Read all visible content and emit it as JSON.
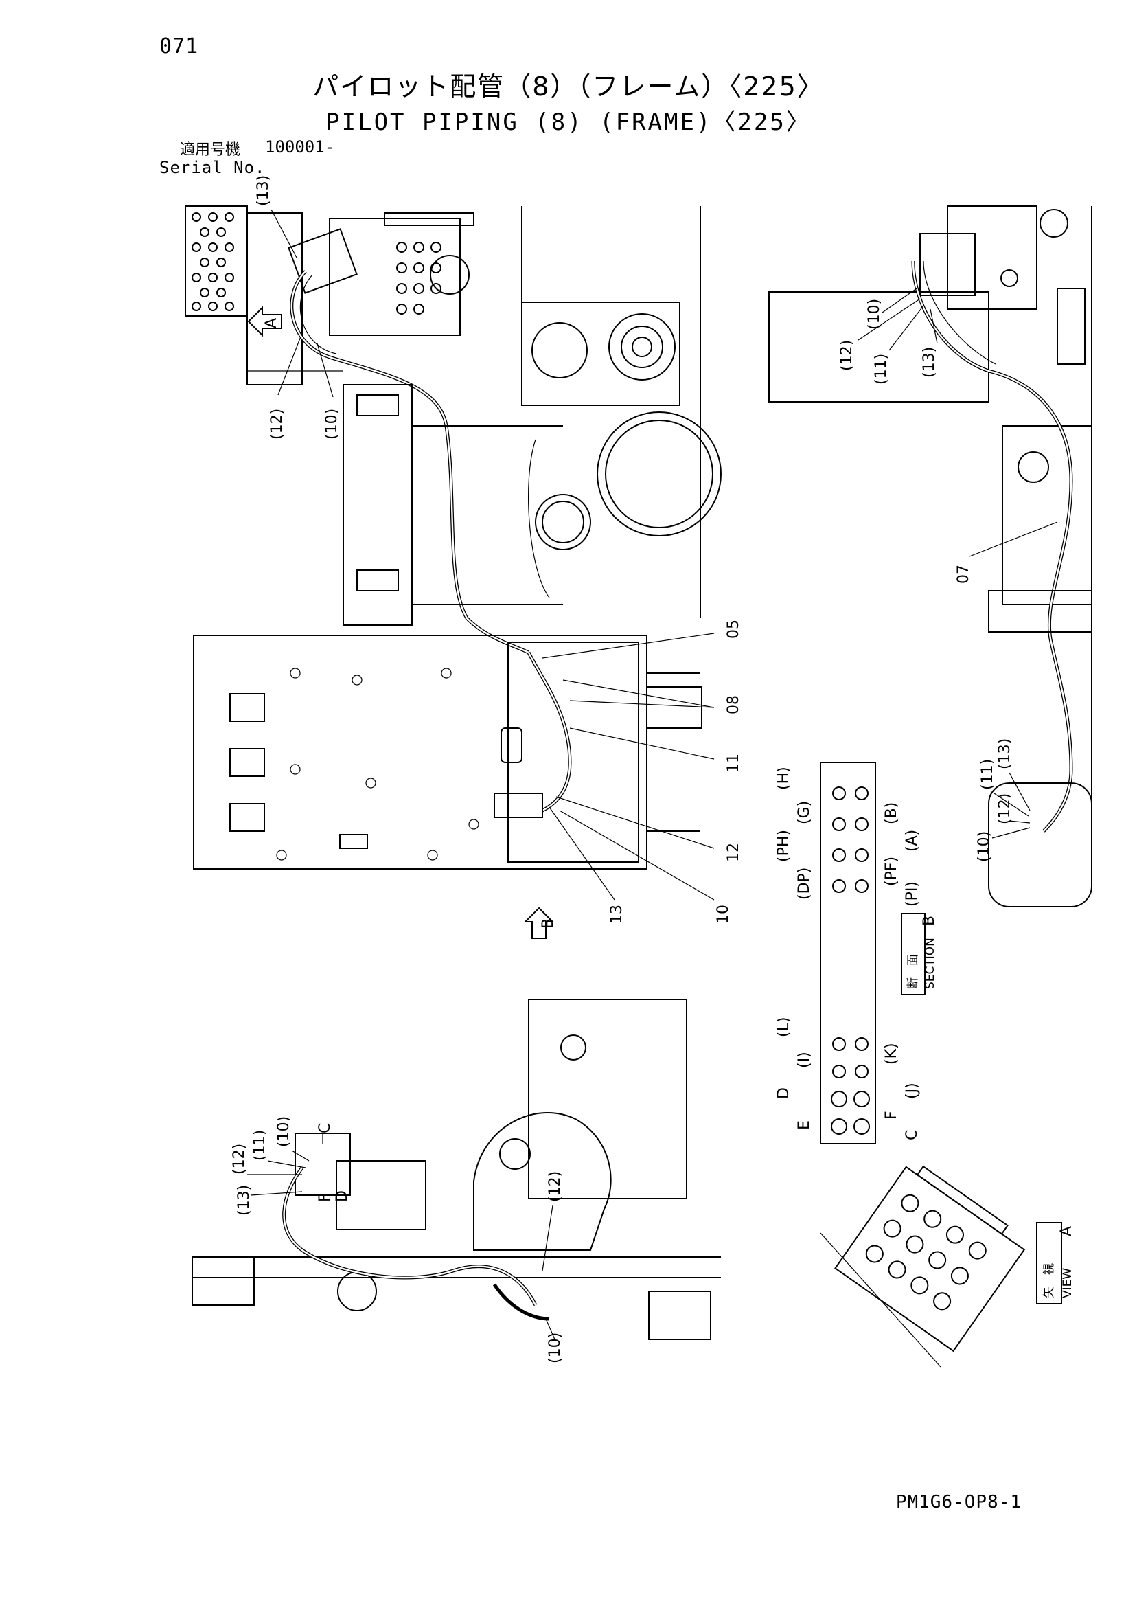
{
  "header": {
    "page_number": "071",
    "title_jp": "パイロット配管（8）（フレーム）〈225〉",
    "title_en": "PILOT PIPING (8) (FRAME)〈225〉",
    "serial_label_jp": "適用号機",
    "serial_value": "100001-",
    "serial_label_en": "Serial No."
  },
  "callouts": {
    "topleft": [
      "(13)",
      "(12)",
      "(10)"
    ],
    "topright": [
      "(10)",
      "(12)",
      "(11)",
      "(13)",
      "07"
    ],
    "middle": [
      "05",
      "08",
      "11",
      "12",
      "13",
      "10"
    ],
    "right_low": [
      "(13)",
      "(11)",
      "(12)",
      "(10)"
    ],
    "bottomleft": [
      "(10)",
      "(11)",
      "(12)",
      "(13)",
      "C",
      "F",
      "D",
      "(12)",
      "(10)"
    ]
  },
  "view_markers": {
    "a": "A",
    "b": "B"
  },
  "section_b": {
    "title_jp": "断　面",
    "title_en": "SECTION",
    "letter": "B",
    "ports_upper": [
      "(H)",
      "(G)",
      "(PH)",
      "(DP)",
      "(B)",
      "(A)",
      "(PF)",
      "(PI)"
    ],
    "ports_lower": [
      "(L)",
      "(I)",
      "D",
      "E",
      "(K)",
      "(J)",
      "F",
      "C"
    ]
  },
  "view_a": {
    "title_jp": "矢　視",
    "title_en": "VIEW",
    "letter": "A"
  },
  "footer": {
    "drawing_code": "PM1G6-OP8-1"
  }
}
